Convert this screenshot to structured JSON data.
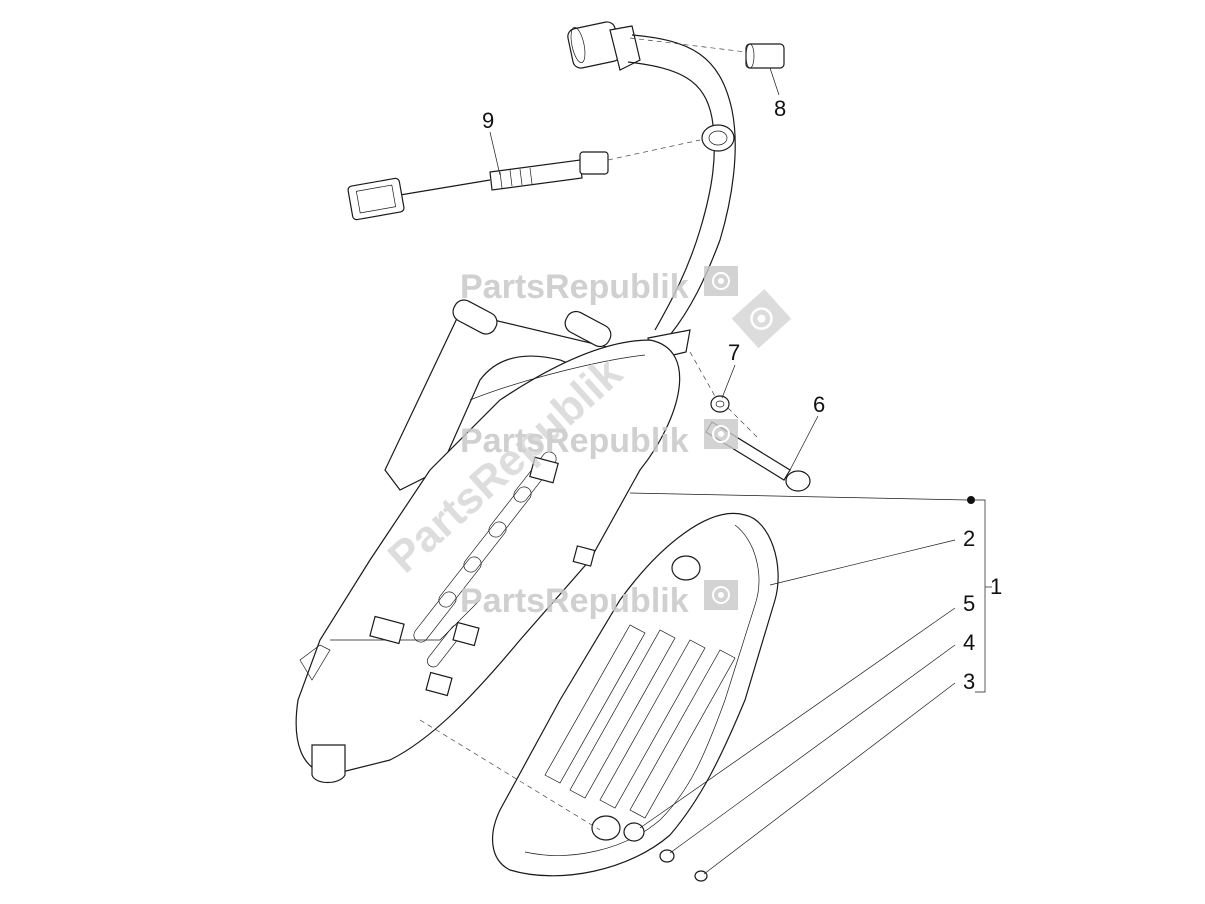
{
  "callouts": {
    "c1": "1",
    "c2": "2",
    "c3": "3",
    "c4": "4",
    "c5": "5",
    "c6": "6",
    "c7": "7",
    "c8": "8",
    "c9": "9"
  },
  "watermark": {
    "brand": "PartsRepublik",
    "icon": "gear-icon",
    "color": "#c8c8c8"
  }
}
